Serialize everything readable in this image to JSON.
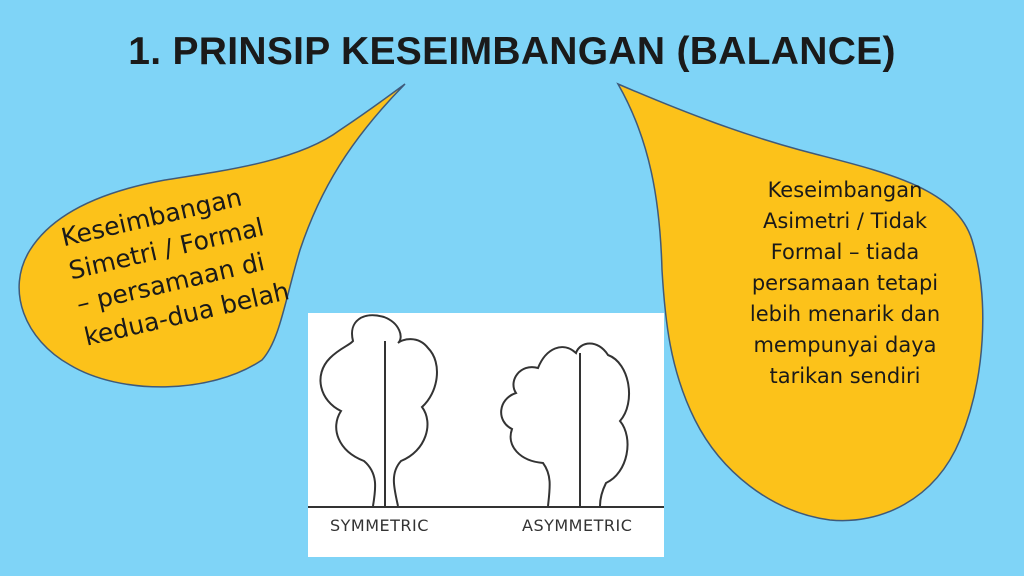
{
  "title": "1. PRINSIP KESEIMBANGAN (BALANCE)",
  "left_bubble": {
    "lines": [
      "Keseimbangan",
      "Simetri / Formal",
      "– persamaan di",
      "kedua-dua belah"
    ]
  },
  "right_bubble": {
    "lines": [
      "Keseimbangan",
      "Asimetri /  Tidak",
      "Formal – tiada",
      "persamaan tetapi",
      "lebih menarik dan",
      "mempunyai daya",
      "tarikan sendiri"
    ]
  },
  "illustration": {
    "symmetric_label": "SYMMETRIC",
    "asymmetric_label": "ASYMMETRIC"
  },
  "colors": {
    "background": "#7fd4f7",
    "bubble_fill": "#fcc21a",
    "bubble_stroke": "#3f5a7a"
  }
}
